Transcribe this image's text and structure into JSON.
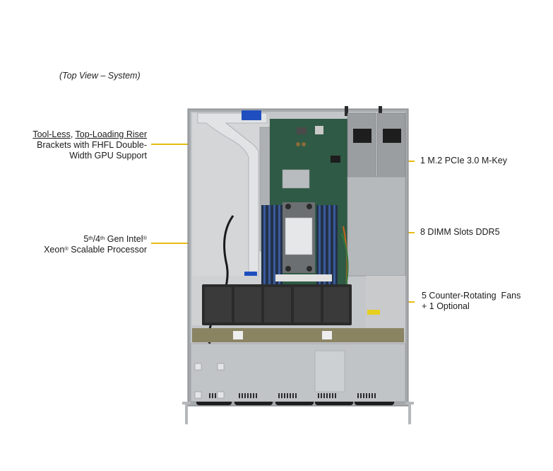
{
  "caption": "(Top View – System)",
  "callouts": {
    "riser": {
      "line1_part1": "Tool-Less",
      "line1_sep": ", ",
      "line1_part2": "Top-Loading Riser",
      "line2": "Brackets with FHFL Double-",
      "line3": "Width GPU Support"
    },
    "cpu": {
      "line1_a": "5",
      "line1_sup1": "th",
      "line1_b": "/4",
      "line1_sup2": "th",
      "line1_c": " Gen Intel",
      "line1_sup3": "®",
      "line2_a": "Xeon",
      "line2_sup": "®",
      "line2_b": " Scalable Processor"
    },
    "m2": {
      "text": "1 M.2 PCIe 3.0 M-Key"
    },
    "dimm": {
      "text": "8 DIMM Slots DDR5"
    },
    "fans": {
      "line1": "5 Counter-Rotating  Fans",
      "line2": "+ 1 Optional"
    }
  },
  "colors": {
    "callout_line": "#e8bb12",
    "chassis": "#b9bcbf",
    "motherboard": "#2f5a45",
    "fan": "#2b2b2b",
    "psu": "#8f9396",
    "label_blue": "#1f4fbf"
  },
  "diagram": {
    "view": "top-view-system",
    "psu_count": 2,
    "fan_count": 5,
    "dimm_slots": 8
  }
}
